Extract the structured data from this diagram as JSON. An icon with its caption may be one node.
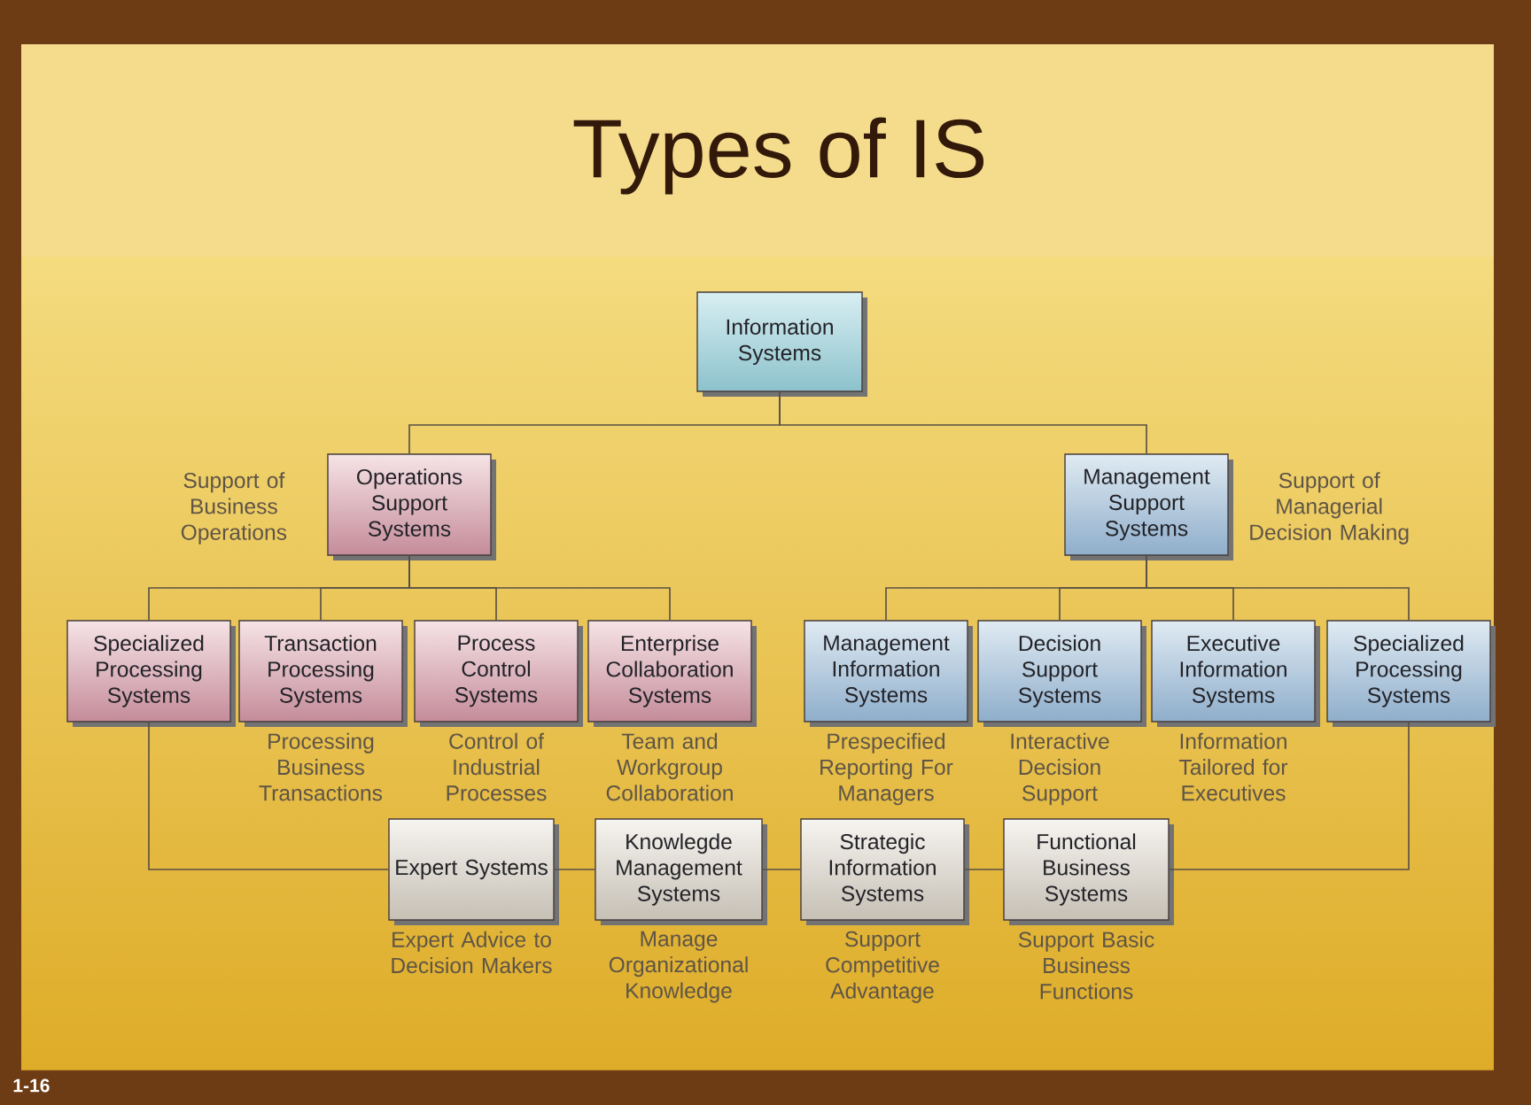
{
  "diagram": {
    "title": "Types of IS",
    "nodes": [
      {
        "text": [
          "Information Systems"
        ]
      },
      {
        "text": [
          "Operations Support Systems"
        ],
        "beside": [
          "Support of Business Operations"
        ]
      },
      {
        "text": [
          "Management Support Systems"
        ],
        "beside": [
          "Support of Managerial Decision Making"
        ]
      },
      {
        "text": [
          "Specialized Processing Systems"
        ]
      },
      {
        "text": [
          "Transaction Processing Systems"
        ],
        "beside": [
          "Processing Business Transactions"
        ]
      },
      {
        "text": [
          "Process Control Systems"
        ],
        "beside": [
          "Control of Industrial Processes"
        ]
      },
      {
        "text": [
          "Enterprise Collaboration Systems"
        ],
        "beside": [
          "Team and Workgroup Collaboration"
        ]
      },
      {
        "text": [
          "Management Information Systems"
        ],
        "beside": [
          "Prespecified Reporting For Managers"
        ]
      },
      {
        "text": [
          "Decision Support Systems"
        ],
        "beside": [
          "Interactive Decision Support"
        ]
      },
      {
        "text": [
          "Executive Information Systems"
        ],
        "beside": [
          "Information Tailored for Executives"
        ]
      },
      {
        "text": [
          "Specialized Processing Systems"
        ]
      },
      {
        "text": [
          "Expert Systems"
        ],
        "beside": [
          "Expert Advice to Decision Makers"
        ]
      },
      {
        "text": [
          "Knowlegde Management Systems"
        ],
        "beside": [
          "Manage Organizational Knowledge"
        ]
      },
      {
        "text": [
          "Strategic Information Systems"
        ],
        "beside": [
          "Support Competitive Advantage"
        ]
      },
      {
        "text": [
          "Functional Business Systems"
        ],
        "beside": [
          "Support Basic Business Functions"
        ]
      }
    ],
    "edges": [
      {
        "from": 0,
        "to": 1,
        "arrow": "none"
      },
      {
        "from": 0,
        "to": 2,
        "arrow": "none"
      },
      {
        "from": 1,
        "to": 3,
        "arrow": "none"
      },
      {
        "from": 1,
        "to": 4,
        "arrow": "none"
      },
      {
        "from": 1,
        "to": 5,
        "arrow": "none"
      },
      {
        "from": 1,
        "to": 6,
        "arrow": "none"
      },
      {
        "from": 2,
        "to": 7,
        "arrow": "none"
      },
      {
        "from": 2,
        "to": 8,
        "arrow": "none"
      },
      {
        "from": 2,
        "to": 9,
        "arrow": "none"
      },
      {
        "from": 2,
        "to": 10,
        "arrow": "none"
      },
      {
        "from": 3,
        "to": 11,
        "arrow": "none"
      },
      {
        "from": 11,
        "to": 12,
        "arrow": "none"
      },
      {
        "from": 12,
        "to": 13,
        "arrow": "none"
      },
      {
        "from": 13,
        "to": 14,
        "arrow": "none"
      },
      {
        "from": 14,
        "to": 10,
        "arrow": "none"
      }
    ],
    "labels": [
      "1-16"
    ]
  }
}
